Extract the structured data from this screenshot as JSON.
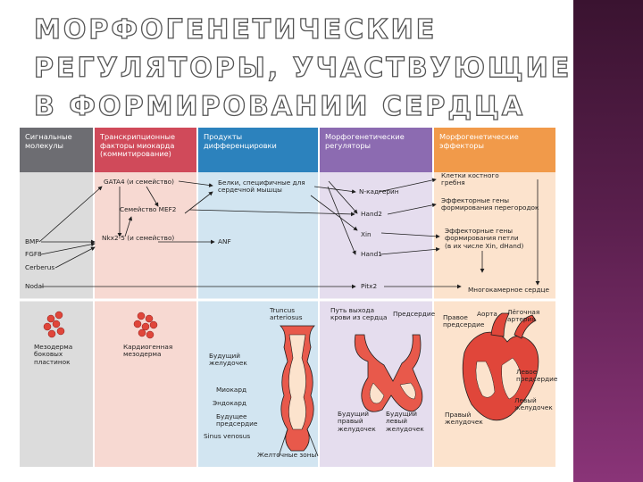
{
  "slide": {
    "title": "Морфогенетические регуляторы, участвующие в формировании сердца"
  },
  "colors": {
    "signal": "#6d6d72",
    "transcription": "#d04a5a",
    "products": "#2c82bd",
    "regulators": "#8c6bb1",
    "effectors": "#f19a4a",
    "title_stroke": "#555555",
    "band": "#5a1f4d",
    "tissue": "#e0463a"
  },
  "columns": [
    "Сигнальные молекулы",
    "Транскрипционные факторы миокарда (коммитирование)",
    "Продукты дифференцировки",
    "Морфогенетические регуляторы",
    "Морфогенетические эффекторы"
  ],
  "signals": [
    "BMP",
    "FGF8",
    "Cerberus",
    "Nodal"
  ],
  "factors": [
    "GATA4 (и семейство)",
    "Семейство MEF2",
    "Nkx2-5 (и семейство)"
  ],
  "products": [
    "Белки, специфичные для сердечной мышцы",
    "ANF"
  ],
  "regulators": [
    "N-кадгерин",
    "Hand2",
    "Xin",
    "Hand1",
    "Pitx2"
  ],
  "effectors": [
    "Клетки костного гребня",
    "Эффекторные гены формирования перегородок",
    "Эффекторные гены формирования петли (в их числе Xin, dHand)",
    "Многокамерное сердце"
  ],
  "stage_labels": {
    "mesoderm": "Мезодерма боковых пластинок",
    "cardiogenic": "Кардиогенная мезодерма",
    "truncus": "Truncus arteriosus",
    "future_ventricle": "Будущий желудочек",
    "myocardium": "Миокард",
    "endocardium": "Эндокард",
    "future_atrium": "Будущее предсердие",
    "sinus": "Sinus venosus",
    "germ_zones": "Желточные зоны",
    "outflow": "Путь выхода крови из сердца",
    "atrium": "Предсердие",
    "future_right_ventricle": "Будущий правый желудочек",
    "future_left_ventricle": "Будущий левый желудочек",
    "aorta": "Аорта",
    "pulmonary_artery": "Лёгочная артерия",
    "right_atrium": "Правое предсердие",
    "left_atrium": "Левое предсердие",
    "left_ventricle": "Левый желудочек",
    "right_ventricle": "Правый желудочек"
  }
}
